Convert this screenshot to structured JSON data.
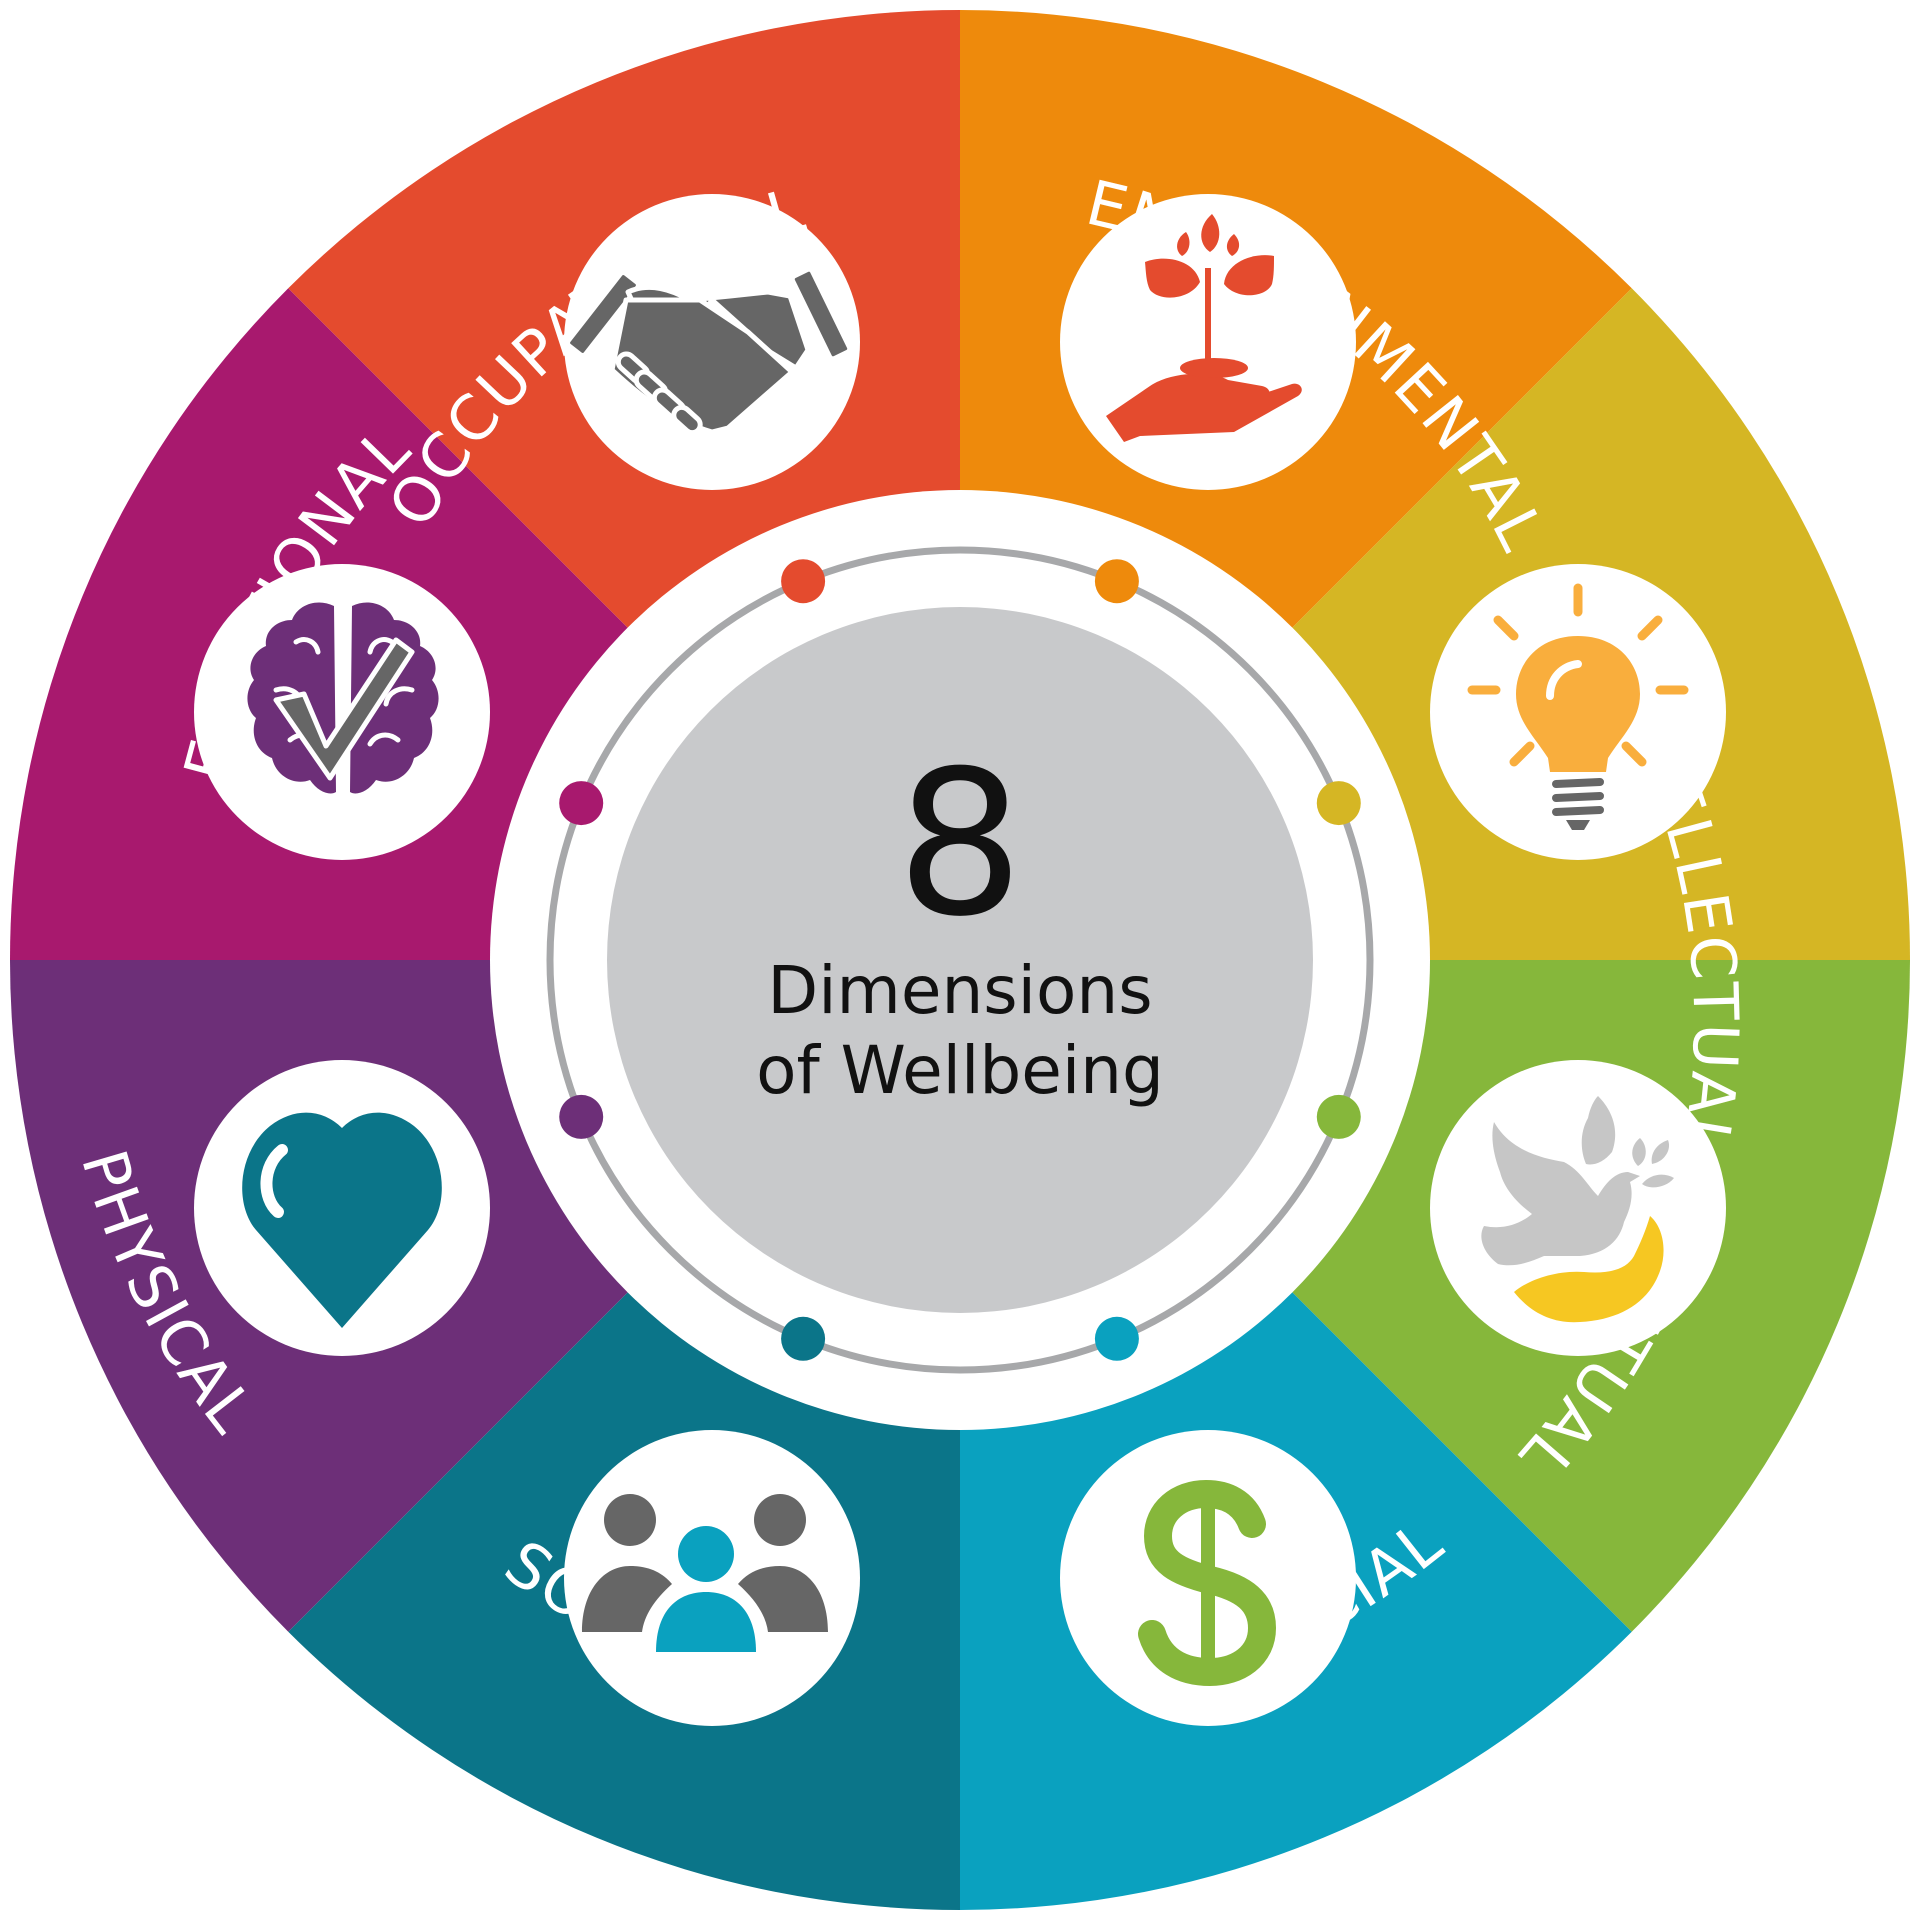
{
  "center": {
    "number": "8",
    "line1": "Dimensions",
    "line2": "of Wellbeing"
  },
  "segments": [
    {
      "label": "OCCUPATIONAL",
      "color": "#a8196e",
      "icon": "handshake-icon"
    },
    {
      "label": "ENVIRONMENTAL",
      "color": "#e44b2e",
      "icon": "plant-in-hand-icon"
    },
    {
      "label": "INTELLECTUAL",
      "color": "#ee8a0c",
      "icon": "lightbulb-icon"
    },
    {
      "label": "SPIRITUAL",
      "color": "#d5b624",
      "icon": "dove-icon"
    },
    {
      "label": "FINANCIAL",
      "color": "#86b73b",
      "icon": "dollar-icon"
    },
    {
      "label": "SOCIAL",
      "color": "#0aa1bf",
      "icon": "people-group-icon"
    },
    {
      "label": "PHYSICAL",
      "color": "#0b7589",
      "icon": "heart-icon"
    },
    {
      "label": "EMOTIONAL",
      "color": "#6d2f78",
      "icon": "brain-check-icon"
    }
  ],
  "colors": {
    "icon_gray": "#666666",
    "ring_gray": "#a7a8aa",
    "center_gray": "#c8c9cb",
    "lightbulb": "#f9ae3d",
    "dove": "#c6c6c6",
    "hand_yellow": "#f6c722"
  }
}
